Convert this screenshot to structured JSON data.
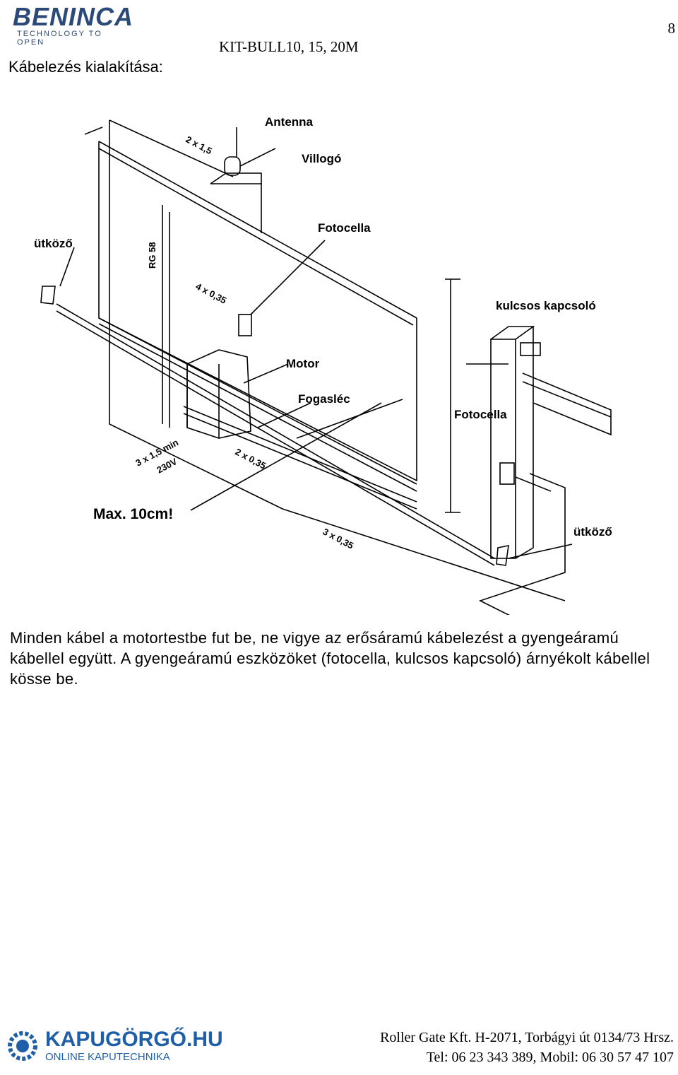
{
  "header": {
    "logo_brand": "BENINCA",
    "logo_tagline": "TECHNOLOGY TO OPEN",
    "model": "KIT-BULL10, 15, 20M",
    "page_number": "8",
    "section_heading": "Kábelezés kialakítása:"
  },
  "diagram": {
    "labels": {
      "antenna": "Antenna",
      "flasher": "Villogó",
      "photocell_top": "Fotocella",
      "stopper_left": "ütköző",
      "key_switch": "kulcsos kapcsoló",
      "motor": "Motor",
      "rack": "Fogasléc",
      "photocell_right": "Fotocella",
      "stopper_right": "ütköző",
      "max_gap": "Max. 10cm!"
    },
    "cables": {
      "c1": "2 x 1,5",
      "c2": "RG 58",
      "c3": "4 x 0,35",
      "c4": "3 x 1,5 min",
      "c5": "230V",
      "c6": "2 x 0,35",
      "c7": "3 x 0,35"
    }
  },
  "body": {
    "paragraph": "Minden kábel a motortestbe fut be, ne vigye az erősáramú kábelezést a gyengeáramú kábellel együtt. A gyengeáramú eszközöket (fotocella, kulcsos kapcsoló) árnyékolt kábellel kösse be."
  },
  "footer": {
    "logo_name": "KAPUGÖRGŐ.HU",
    "logo_sub": "ONLINE KAPUTECHNIKA",
    "address": "Roller Gate Kft. H-2071, Torbágyi út 0134/73 Hrsz.",
    "phone": "Tel: 06 23 343 389, Mobil: 06 30 57 47 107"
  }
}
